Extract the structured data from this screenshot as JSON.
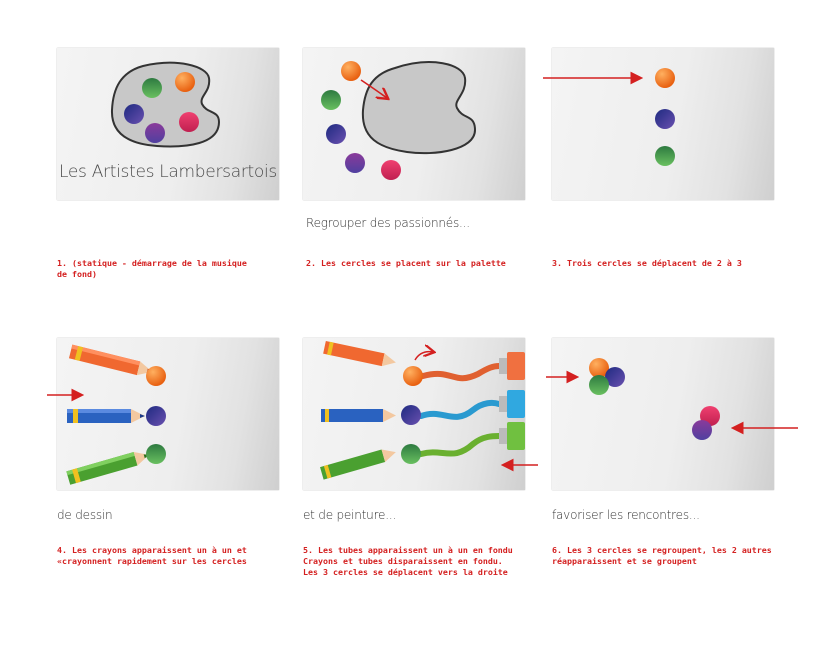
{
  "panels": [
    {
      "logo_text": "Les Artistes Lambersartois",
      "caption": "",
      "note_lines": [
        "1. (statique - démarrage de la musique",
        "de fond)"
      ]
    },
    {
      "caption": "Regrouper des passionnés...",
      "note_lines": [
        "2. Les cercles se placent sur la palette"
      ]
    },
    {
      "caption": "",
      "note_lines": [
        "3. Trois cercles se déplacent de 2 à 3"
      ]
    },
    {
      "caption": "de dessin",
      "note_lines": [
        "4. Les crayons apparaissent un à un et",
        "«crayonnent rapidement sur les cercles"
      ]
    },
    {
      "caption": "et de peinture...",
      "note_lines": [
        "5. Les tubes apparaissent un à un en fondu",
        "Crayons et tubes disparaissent en fondu.",
        "Les 3 cercles se déplacent vers la droite"
      ]
    },
    {
      "caption": "favoriser les rencontres...",
      "note_lines": [
        "6. Les 3 cercles se regroupent, les 2 autres",
        "réapparaissent et se groupent"
      ]
    }
  ],
  "colors": {
    "orange": "#f07d1f",
    "green": "#3a9a4a",
    "blue": "#2a3b9a",
    "purple": "#6a3fa0",
    "pink": "#e0305a",
    "palette_gray": "#c8c8c8",
    "arrow_red": "#d42020",
    "note_red": "#d42020"
  },
  "icons": [
    "palette-icon",
    "pencil-icon",
    "paint-tube-icon",
    "arrow-icon"
  ]
}
